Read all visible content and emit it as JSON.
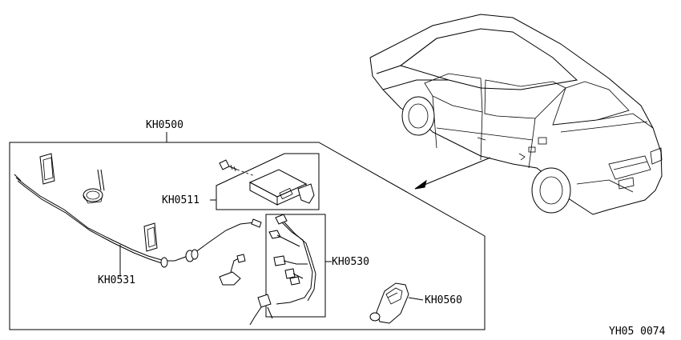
{
  "callouts": {
    "main_kit": "KH0500",
    "control_unit": "KH0511",
    "harness": "KH0530",
    "antenna_cable": "KH0531",
    "remote": "KH0560"
  },
  "figure_code": "YH05 0074"
}
